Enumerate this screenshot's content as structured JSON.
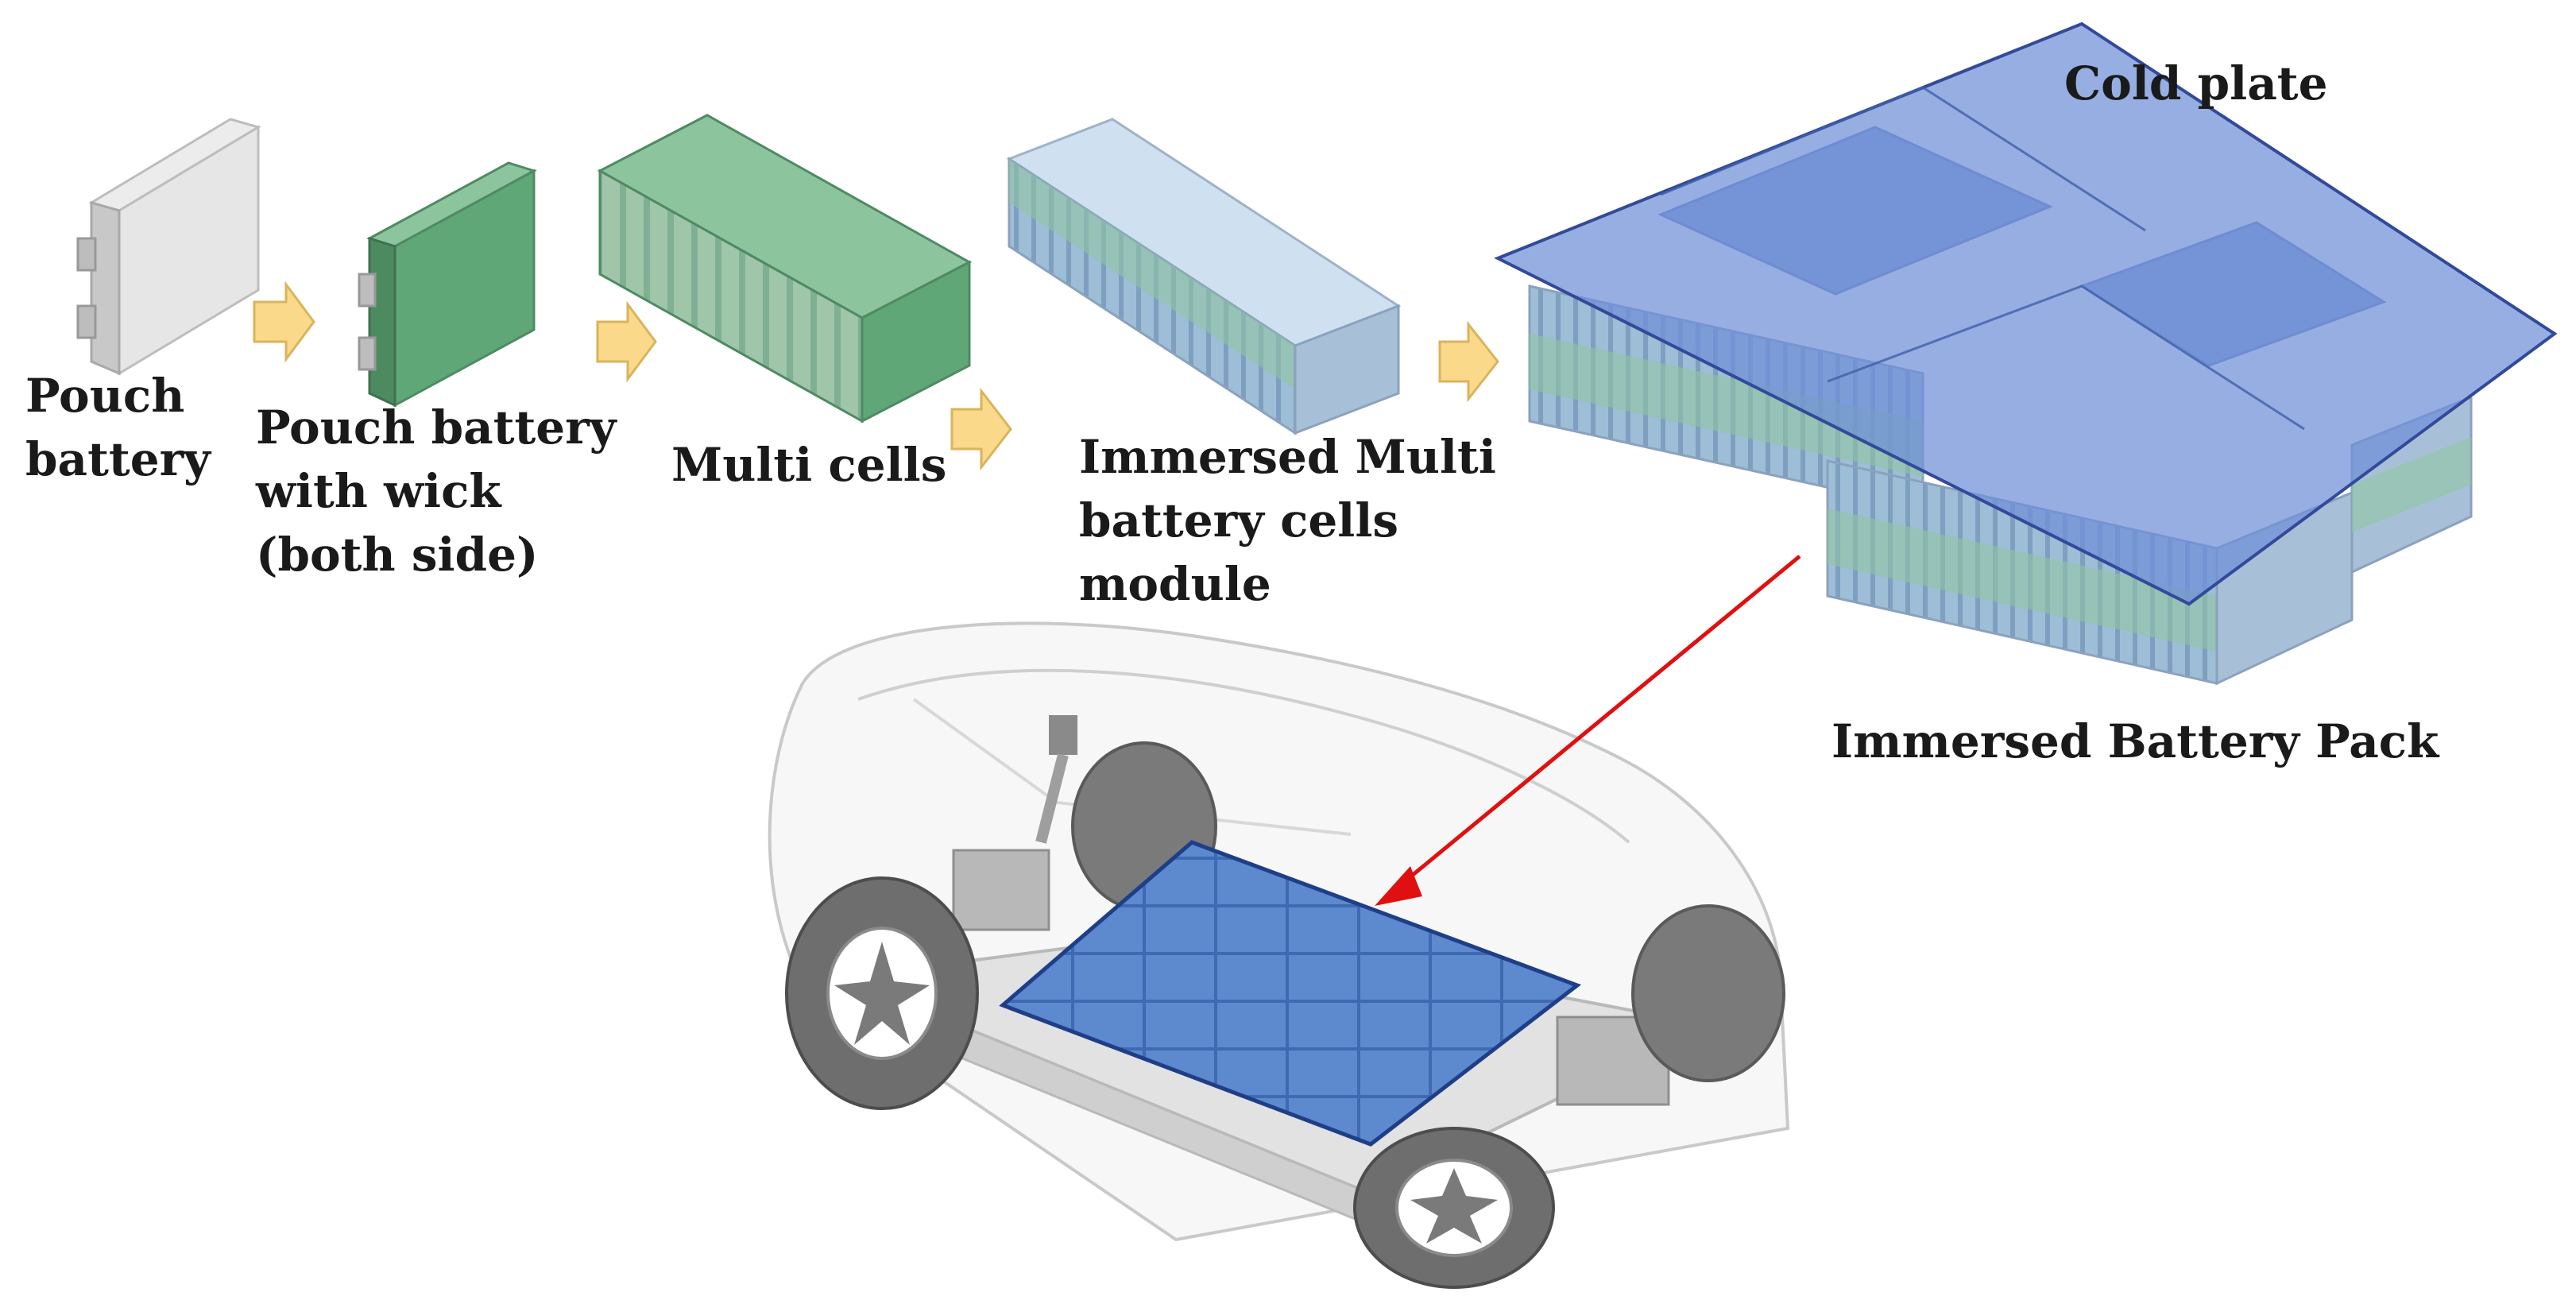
{
  "labels": {
    "pouch_battery": [
      "Pouch",
      "battery"
    ],
    "pouch_with_wick": [
      "Pouch battery",
      "with wick",
      "(both side)"
    ],
    "multi_cells": "Multi cells",
    "immersed_module": [
      "Immersed Multi",
      "battery cells",
      "module"
    ],
    "cold_plate": "Cold plate",
    "immersed_pack": "Immersed Battery Pack"
  },
  "colors": {
    "pouch_cell": "#d6d6d6",
    "wick_green": "#5fa776",
    "flow_arrow": "#fbd98a",
    "cold_plate_blue": "#6f8fd8",
    "pointer_red": "#e01010"
  }
}
